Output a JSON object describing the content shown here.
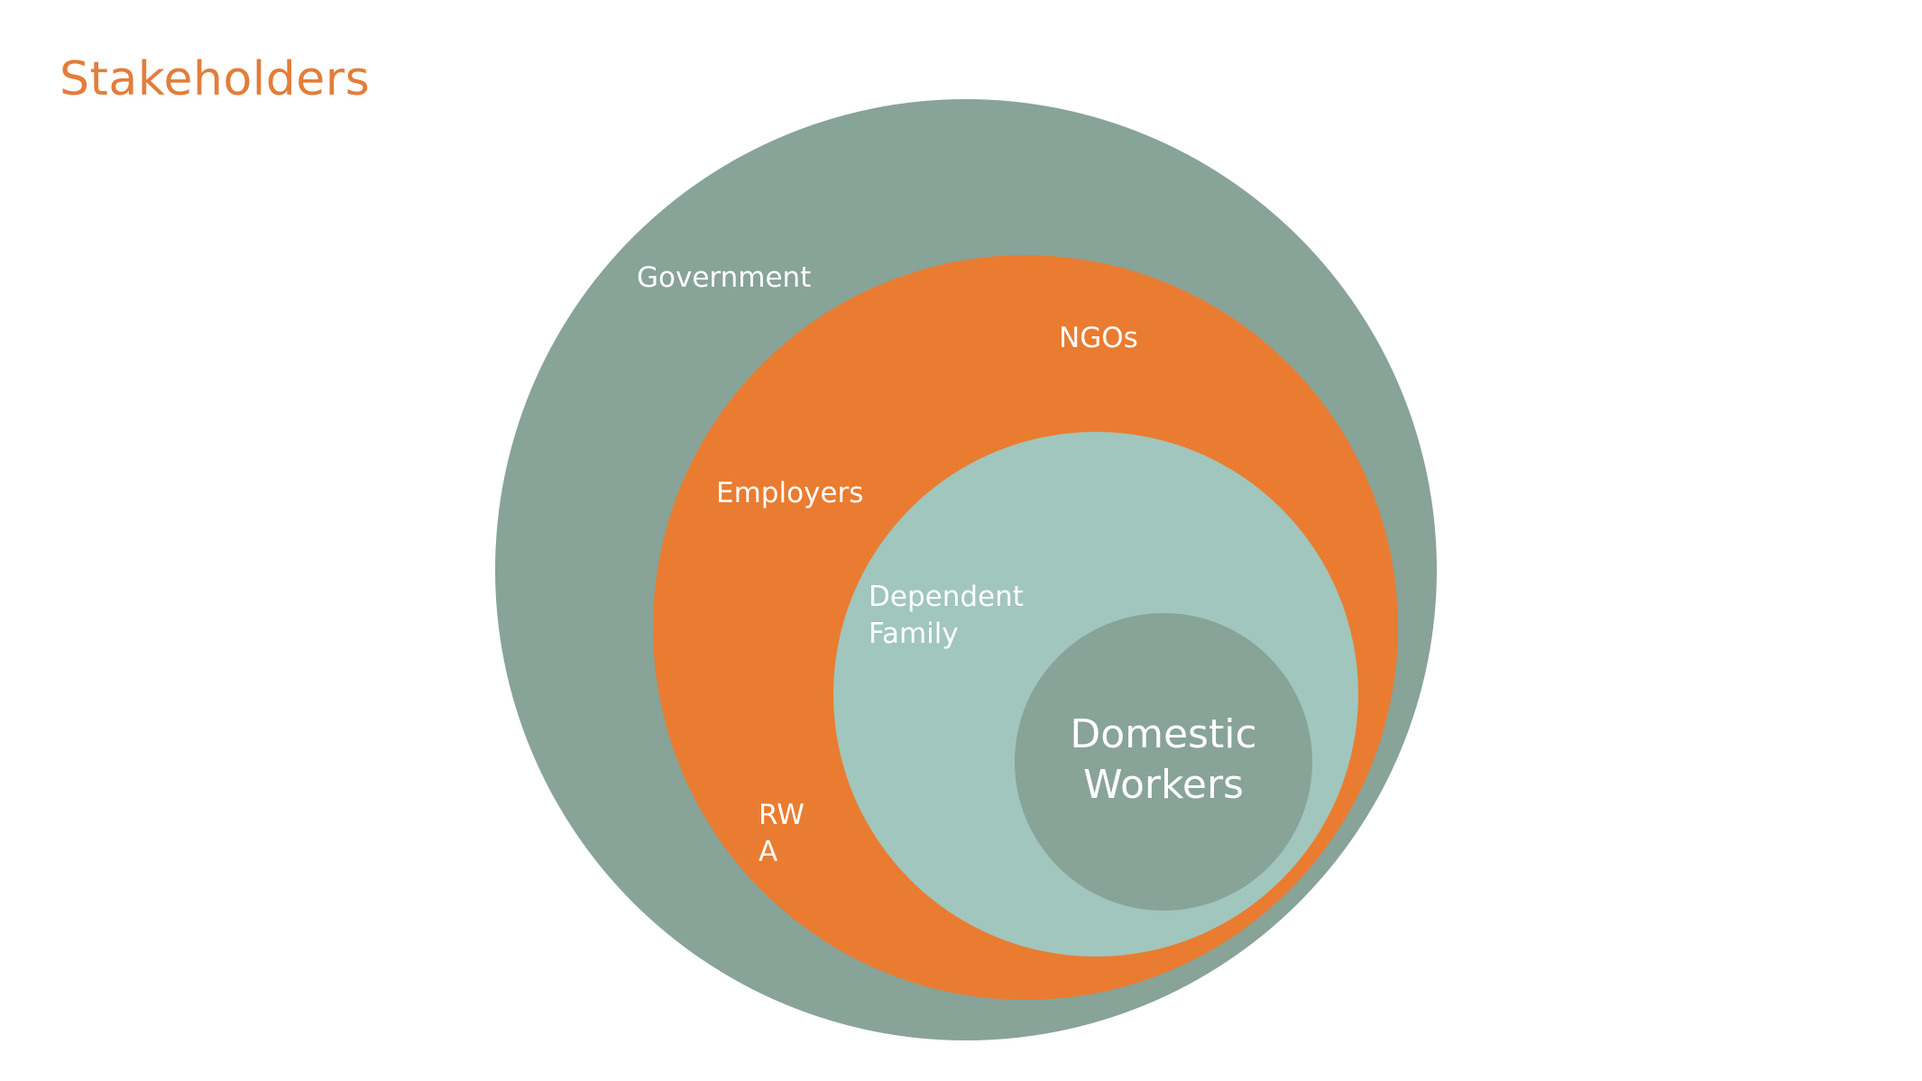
{
  "title": "Stakeholders",
  "colors": {
    "title": "#e37d3a",
    "government": "#88a398",
    "ngos": "#ea7c31",
    "family": "#a1c6bd",
    "workers": "#88a398",
    "label_text": "#ffffff"
  },
  "circles": {
    "government": {
      "label": "Government"
    },
    "ngos": {
      "label": "NGOs"
    },
    "employers": {
      "label": "Employers"
    },
    "family": {
      "label_lines": [
        "Dependent",
        "Family"
      ]
    },
    "rwa": {
      "label_lines": [
        "RW",
        "A"
      ]
    },
    "workers": {
      "label_lines": [
        "Domestic",
        "Workers"
      ]
    }
  }
}
